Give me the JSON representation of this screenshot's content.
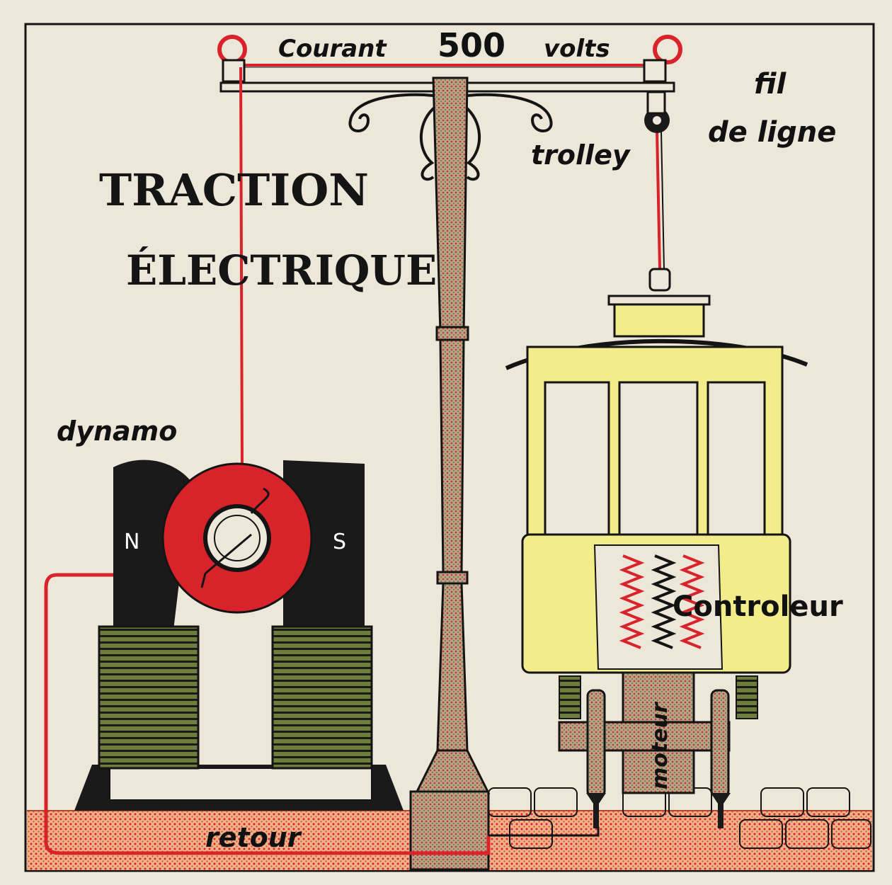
{
  "title": {
    "line1": "TRACTION",
    "line2": "ÉLECTRIQUE"
  },
  "labels": {
    "current": "Courant",
    "voltage": "500",
    "unit": "volts",
    "wire_line1": "fil",
    "wire_line2": "de ligne",
    "trolley": "trolley",
    "dynamo": "dynamo",
    "pole_north": "N",
    "pole_south": "S",
    "controller": "Controleur",
    "motor": "moteur",
    "return": "retour"
  },
  "colors": {
    "paper": "#ede7d9",
    "ink": "#141414",
    "wire_red": "#d8232a",
    "magnet_black": "#1a1a1a",
    "coil_green": "#6e7d3c",
    "tram_yellow": "#f2ec8a",
    "ground_orange": "#e9a37a",
    "post_pink": "#b98a78"
  }
}
